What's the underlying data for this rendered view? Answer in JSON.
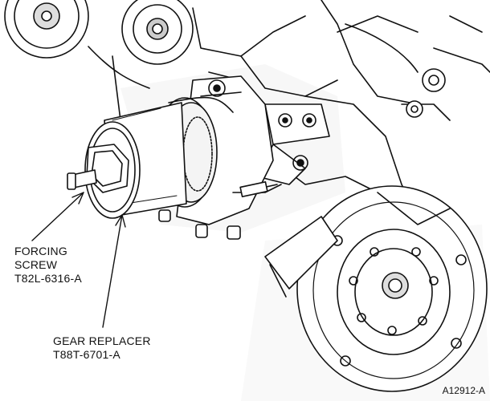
{
  "callouts": {
    "forcing_screw": {
      "line1": "FORCING",
      "line2": "SCREW",
      "part_number": "T82L-6316-A"
    },
    "gear_replacer": {
      "line1": "GEAR REPLACER",
      "part_number": "T88T-6701-A"
    }
  },
  "figure_id": "A12912-A"
}
